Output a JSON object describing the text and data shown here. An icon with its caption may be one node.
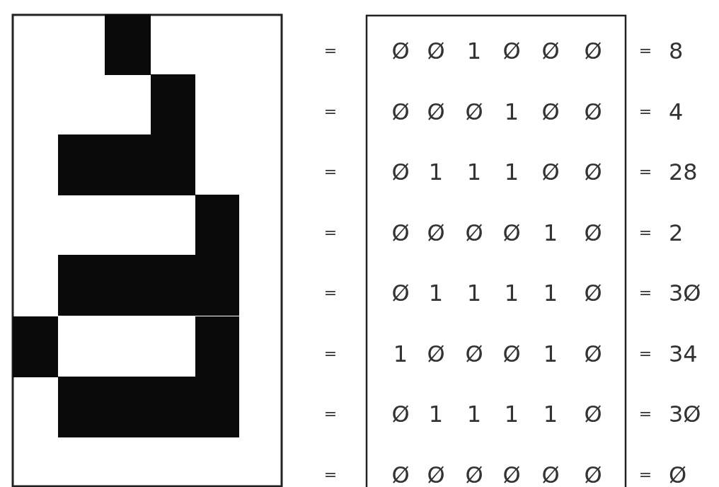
{
  "diagram": {
    "labels": [
      "=",
      "Ø",
      "Ø",
      "1",
      "Ø",
      "Ø",
      "Ø",
      "=",
      "8",
      "=",
      "Ø",
      "Ø",
      "Ø",
      "1",
      "Ø",
      "Ø",
      "=",
      "4",
      "=",
      "Ø",
      "1",
      "1",
      "1",
      "Ø",
      "Ø",
      "=",
      "28",
      "=",
      "Ø",
      "Ø",
      "Ø",
      "Ø",
      "1",
      "Ø",
      "=",
      "2",
      "=",
      "Ø",
      "1",
      "1",
      "1",
      "1",
      "Ø",
      "=",
      "3Ø",
      "=",
      "1",
      "Ø",
      "Ø",
      "Ø",
      "1",
      "Ø",
      "=",
      "34",
      "=",
      "Ø",
      "1",
      "1",
      "1",
      "1",
      "Ø",
      "=",
      "3Ø",
      "=",
      "Ø",
      "Ø",
      "Ø",
      "Ø",
      "Ø",
      "Ø",
      "=",
      "Ø"
    ]
  }
}
